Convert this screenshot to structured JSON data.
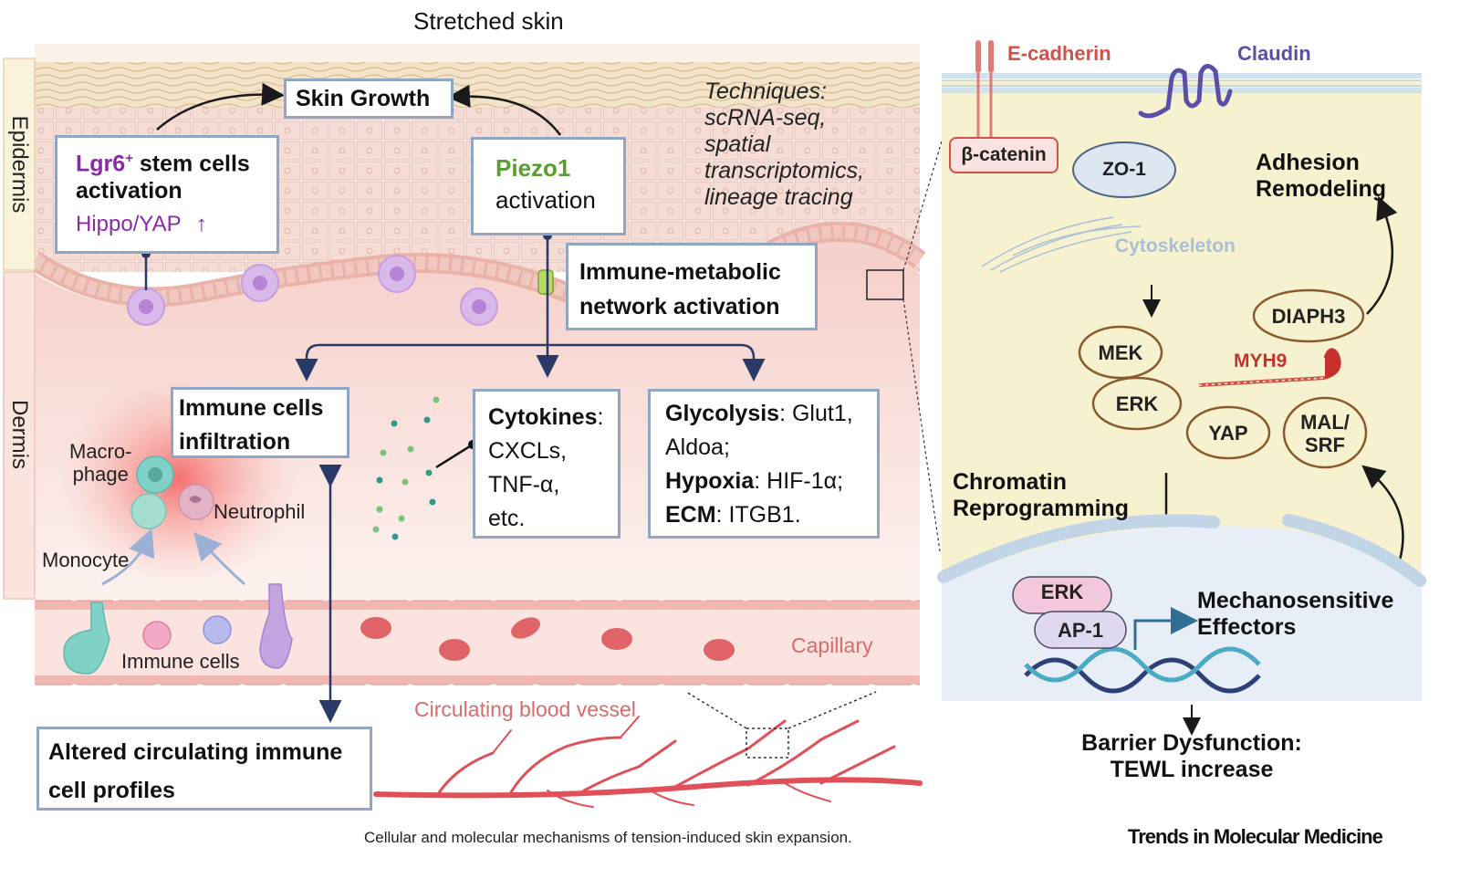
{
  "title": "Stretched skin",
  "layers": {
    "epidermis": "Epidermis",
    "dermis": "Dermis"
  },
  "skin_growth": "Skin Growth",
  "lgr6": {
    "name": "Lgr6",
    "sup": "+",
    "rest": " stem cells",
    "line2": "activation",
    "pathway": "Hippo/YAP",
    "arrow": "↑"
  },
  "piezo1": {
    "name": "Piezo1",
    "line2": "activation"
  },
  "techniques": {
    "l1": "Techniques:",
    "l2": "scRNA-seq,",
    "l3": "spatial",
    "l4": "transcriptomics,",
    "l5": "lineage tracing"
  },
  "immune_metabolic": {
    "l1": "Immune-metabolic",
    "l2": "network activation"
  },
  "immune_infiltration": {
    "l1": "Immune cells",
    "l2": "infiltration"
  },
  "cytokines": {
    "bold": "Cytokines",
    "colon": ":",
    "l2": "CXCLs,",
    "l3": "TNF-α,",
    "l4": "etc."
  },
  "metabolism": {
    "glycolysis_label": "Glycolysis",
    "glycolysis_text": ": Glut1,",
    "glycolysis_text2": "Aldoa;",
    "hypoxia_label": "Hypoxia",
    "hypoxia_text": ": HIF-1α;",
    "ecm_label": "ECM",
    "ecm_text": ": ITGB1."
  },
  "cells": {
    "macrophage_l1": "Macro-",
    "macrophage_l2": "phage",
    "neutrophil": "Neutrophil",
    "monocyte": "Monocyte",
    "immune_cells": "Immune cells"
  },
  "capillary": "Capillary",
  "circulating_vessel": "Circulating blood vessel",
  "altered_profiles": {
    "l1": "Altered circulating immune",
    "l2": "cell profiles"
  },
  "caption": "Cellular and molecular mechanisms of tension-induced skin expansion.",
  "journal": "Trends in Molecular Medicine",
  "right_panel": {
    "ecadherin": "E-cadherin",
    "claudin": "Claudin",
    "beta_catenin": "β-catenin",
    "zo1": "ZO-1",
    "adhesion_l1": "Adhesion",
    "adhesion_l2": "Remodeling",
    "cytoskeleton": "Cytoskeleton",
    "mek": "MEK",
    "erk": "ERK",
    "diaph3": "DIAPH3",
    "myh9": "MYH9",
    "yap": "YAP",
    "mal_l1": "MAL/",
    "mal_l2": "SRF",
    "chromatin_l1": "Chromatin",
    "chromatin_l2": "Reprogramming",
    "nuc_erk": "ERK",
    "ap1": "AP-1",
    "mech_l1": "Mechanosensitive",
    "mech_l2": "Effectors",
    "barrier_l1": "Barrier Dysfunction:",
    "barrier_l2": "TEWL increase"
  },
  "colors": {
    "box_border": "#8fa6c4",
    "arrow_navy": "#2a3a66",
    "piezo_green": "#5a9e2f",
    "lgr6_purple": "#8a2aa6",
    "ecadherin_red": "#d0524a",
    "claudin_purple": "#5a4ea8",
    "right_bg": "#f6f1cf",
    "nucleus_bg": "#e8eef8",
    "oval_border": "#8a5a2a",
    "capillary_text": "#d86b6b"
  }
}
